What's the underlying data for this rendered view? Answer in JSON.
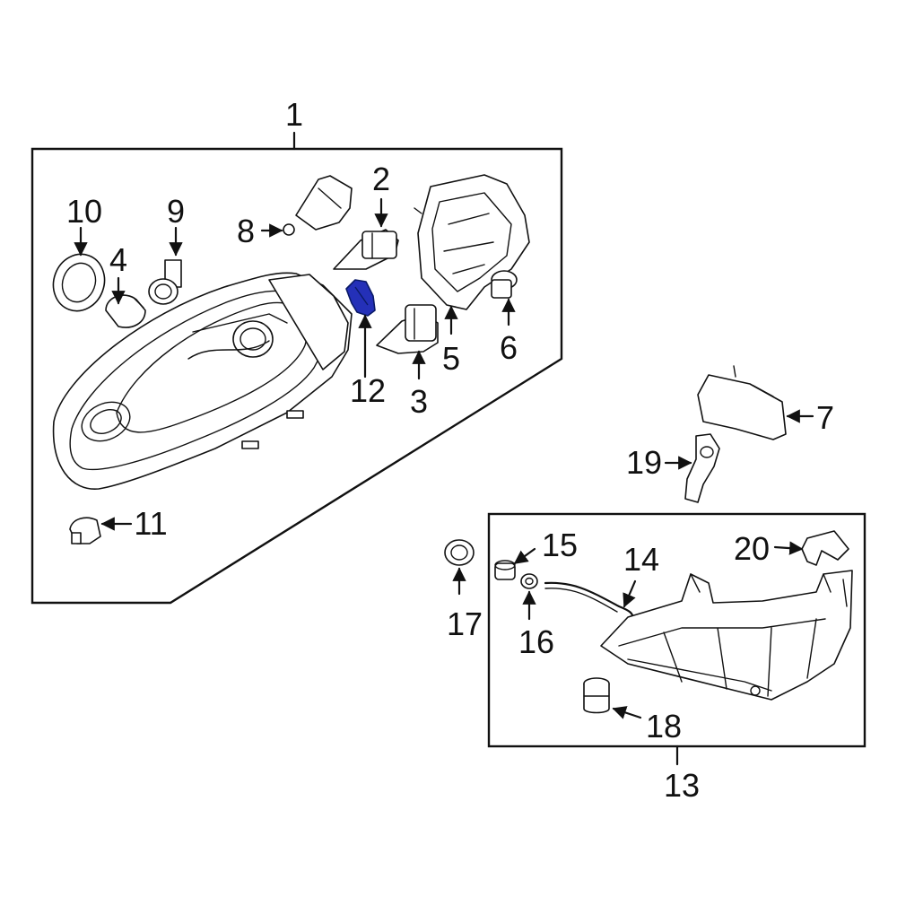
{
  "diagram": {
    "colors": {
      "line": "#111111",
      "highlight": "#2430b8",
      "background": "#ffffff"
    },
    "callouts": {
      "c1": "1",
      "c2": "2",
      "c3": "3",
      "c4": "4",
      "c5": "5",
      "c6": "6",
      "c7": "7",
      "c8": "8",
      "c9": "9",
      "c10": "10",
      "c11": "11",
      "c12": "12",
      "c13": "13",
      "c14": "14",
      "c15": "15",
      "c16": "16",
      "c17": "17",
      "c18": "18",
      "c19": "19",
      "c20": "20"
    },
    "highlighted_part": "12"
  }
}
